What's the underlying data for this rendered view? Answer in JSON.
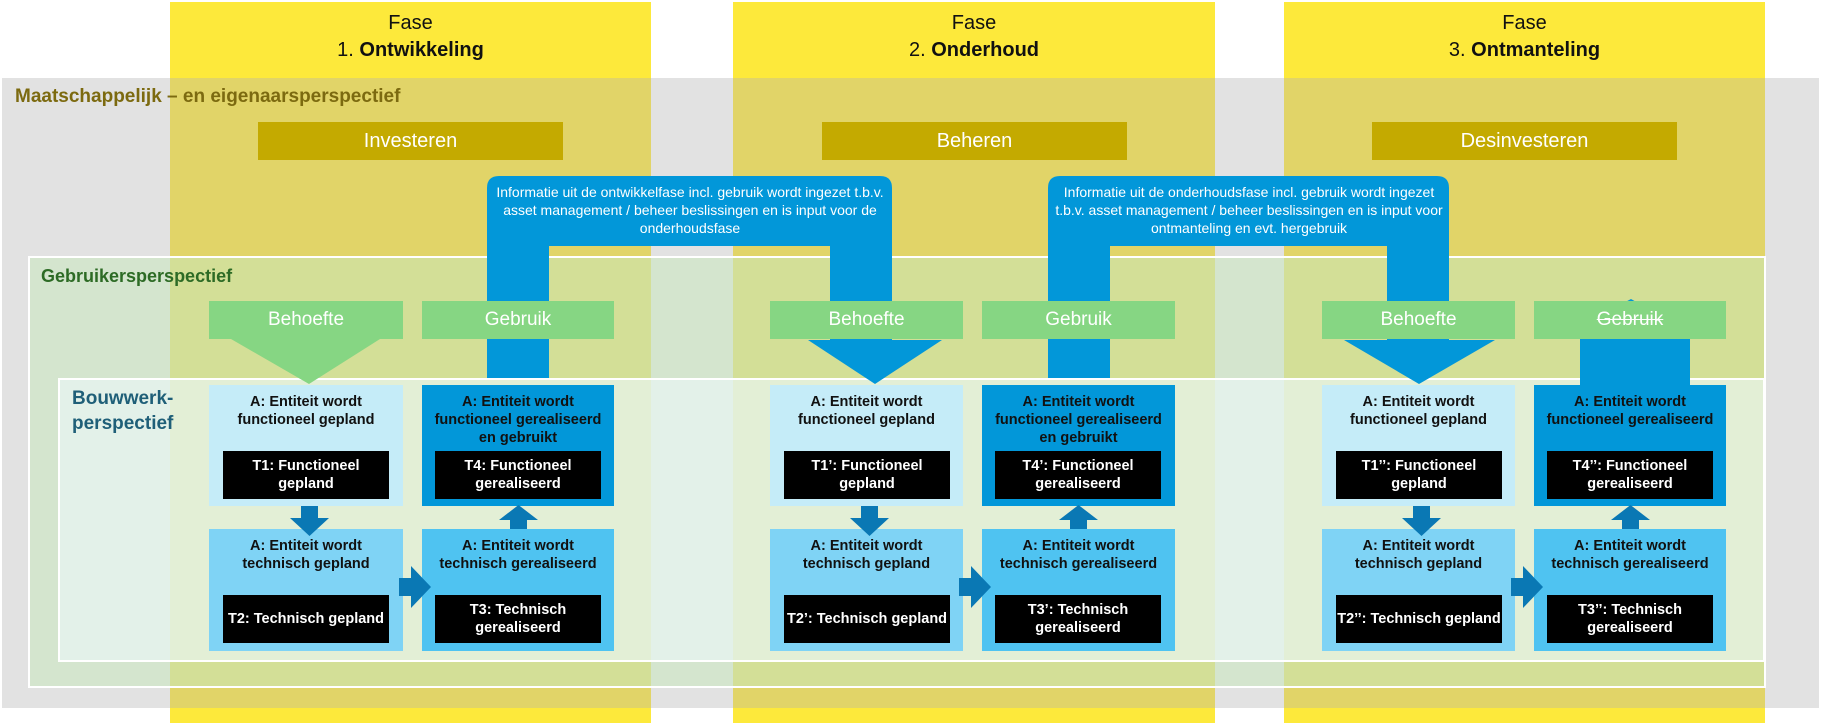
{
  "phases": [
    {
      "line1": "Fase",
      "number": "1.",
      "name": "Ontwikkeling"
    },
    {
      "line1": "Fase",
      "number": "2.",
      "name": "Onderhoud"
    },
    {
      "line1": "Fase",
      "number": "3.",
      "name": "Ontmanteling"
    }
  ],
  "perspectives": {
    "society": "Maatschappelijk – en eigenaarsperspectief",
    "user": "Gebruikersperspectief",
    "building": "Bouwwerk-perspectief"
  },
  "owner_boxes": [
    "Investeren",
    "Beheren",
    "Desinvesteren"
  ],
  "info": [
    "Informatie uit de ontwikkelfase incl. gebruik wordt ingezet t.b.v. asset management / beheer beslissingen en is input voor de onderhoudsfase",
    "Informatie uit de onderhoudsfase incl. gebruik wordt ingezet t.b.v. asset management / beheer beslissingen en is input voor ontmanteling en evt. hergebruik"
  ],
  "columns": [
    {
      "behoefte": "Behoefte",
      "gebruik": "Gebruik",
      "fp": "A: Entiteit wordt functioneel gepland",
      "t1": "T1: Functioneel gepland",
      "tp": "A: Entiteit wordt technisch gepland",
      "t2": "T2: Technisch gepland",
      "fr": "A: Entiteit wordt functioneel gerealiseerd en gebruikt",
      "t4": "T4: Functioneel gerealiseerd",
      "tr": "A: Entiteit wordt technisch gerealiseerd",
      "t3": "T3: Technisch gerealiseerd"
    },
    {
      "behoefte": "Behoefte",
      "gebruik": "Gebruik",
      "fp": "A: Entiteit wordt functioneel gepland",
      "t1": "T1’: Functioneel gepland",
      "tp": "A: Entiteit wordt technisch gepland",
      "t2": "T2’: Technisch gepland",
      "fr": "A: Entiteit wordt functioneel gerealiseerd en gebruikt",
      "t4": "T4’: Functioneel gerealiseerd",
      "tr": "A: Entiteit wordt technisch gerealiseerd",
      "t3": "T3’: Technisch gerealiseerd"
    },
    {
      "behoefte": "Behoefte",
      "gebruik": "Gebruik",
      "fp": "A: Entiteit wordt functioneel gepland",
      "t1": "T1’’: Functioneel gepland",
      "tp": "A: Entiteit wordt technisch gepland",
      "t2": "T2’’: Technisch gepland",
      "fr": "A: Entiteit wordt functioneel gerealiseerd",
      "t4": "T4’’: Functioneel gerealiseerd",
      "tr": "A: Entiteit wordt technisch gerealiseerd",
      "t3": "T3’’: Technisch gerealiseerd"
    }
  ],
  "colors": {
    "phase": "#fde93b",
    "olive": "#c4aa00",
    "green": "#86d683",
    "light_blue": "#c5ecf8",
    "mid_blue": "#7fd3f5",
    "blue": "#0297d9",
    "dark_blue": "#0a78b4"
  }
}
